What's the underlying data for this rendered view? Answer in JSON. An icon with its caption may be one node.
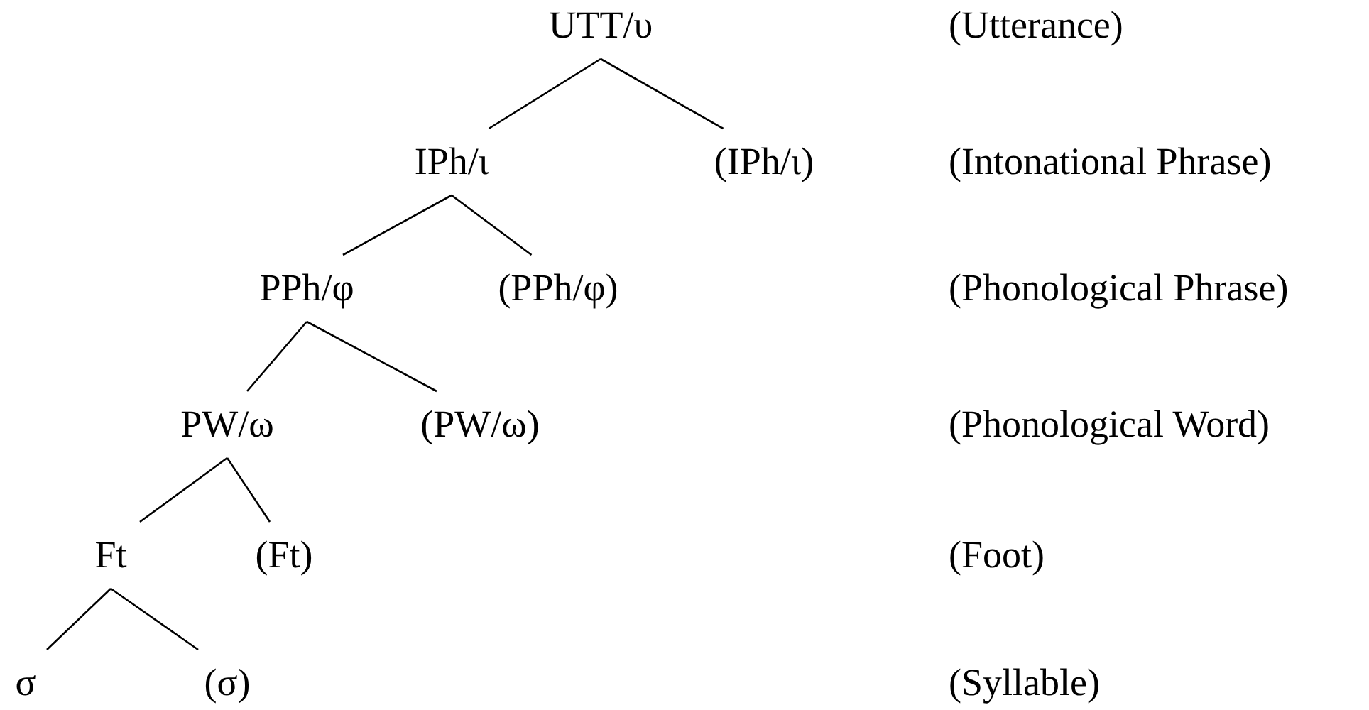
{
  "diagram": {
    "nodes": [
      {
        "text": [
          "UTT/υ"
        ]
      },
      {
        "text": [
          "IPh/ι"
        ]
      },
      {
        "text": [
          "(IPh/ι)"
        ]
      },
      {
        "text": [
          "PPh/φ"
        ]
      },
      {
        "text": [
          "(PPh/φ)"
        ]
      },
      {
        "text": [
          "PW/ω"
        ]
      },
      {
        "text": [
          "(PW/ω)"
        ]
      },
      {
        "text": [
          "Ft"
        ]
      },
      {
        "text": [
          "(Ft)"
        ]
      },
      {
        "text": [
          "σ"
        ]
      },
      {
        "text": [
          "(σ)"
        ]
      }
    ],
    "edges": [
      {
        "from": 0,
        "to": 1,
        "arrow": "none"
      },
      {
        "from": 0,
        "to": 2,
        "arrow": "none"
      },
      {
        "from": 1,
        "to": 3,
        "arrow": "none"
      },
      {
        "from": 1,
        "to": 4,
        "arrow": "none"
      },
      {
        "from": 3,
        "to": 5,
        "arrow": "none"
      },
      {
        "from": 3,
        "to": 6,
        "arrow": "none"
      },
      {
        "from": 5,
        "to": 7,
        "arrow": "none"
      },
      {
        "from": 5,
        "to": 8,
        "arrow": "none"
      },
      {
        "from": 7,
        "to": 9,
        "arrow": "none"
      },
      {
        "from": 7,
        "to": 10,
        "arrow": "none"
      }
    ],
    "labels": [
      "(Utterance)",
      "(Intonational Phrase)",
      "(Phonological Phrase)",
      "(Phonological Word)",
      "(Foot)",
      "(Syllable)"
    ]
  }
}
